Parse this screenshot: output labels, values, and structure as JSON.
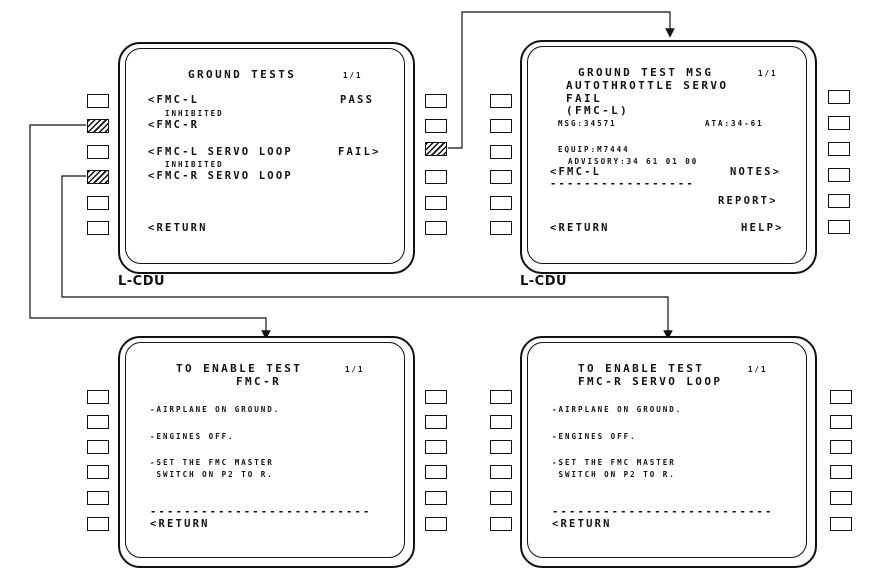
{
  "captions": {
    "left_cdu": "L-CDU",
    "right_cdu": "L-CDU"
  },
  "panel_ground_tests": {
    "title": "GROUND TESTS",
    "page": "1/1",
    "fmc_l": "<FMC-L",
    "pass": "PASS",
    "inhibited_1": "INHIBITED",
    "fmc_r": "<FMC-R",
    "fmc_l_servo": "<FMC-L SERVO LOOP",
    "fail": "FAIL>",
    "inhibited_2": "INHIBITED",
    "fmc_r_servo": "<FMC-R SERVO LOOP",
    "return": "<RETURN"
  },
  "panel_test_msg": {
    "title": "GROUND TEST MSG",
    "page": "1/1",
    "line1": "AUTOTHROTTLE SERVO",
    "line2": "FAIL",
    "line3": "(FMC-L)",
    "msg": "MSG:34571",
    "ata": "ATA:34-61",
    "equip": "EQUIP:M7444",
    "advisory": "ADVISORY:34 61 01 00",
    "fmc_l": "<FMC-L",
    "notes": "NOTES>",
    "dashes": "-----------------",
    "report": "REPORT>",
    "return": "<RETURN",
    "help": "HELP>"
  },
  "panel_enable_fmc_r": {
    "title": "TO ENABLE TEST",
    "page": "1/1",
    "subtitle": "FMC-R",
    "item1": "-AIRPLANE ON GROUND.",
    "item2": "-ENGINES OFF.",
    "item3a": "-SET THE FMC MASTER",
    "item3b": " SWITCH ON P2 TO R.",
    "dashes": "--------------------------",
    "return": "<RETURN"
  },
  "panel_enable_servo": {
    "title": "TO ENABLE TEST",
    "page": "1/1",
    "subtitle": "FMC-R SERVO LOOP",
    "item1": "-AIRPLANE ON GROUND.",
    "item2": "-ENGINES OFF.",
    "item3a": "-SET THE FMC MASTER",
    "item3b": " SWITCH ON P2 TO R.",
    "dashes": "--------------------------",
    "return": "<RETURN"
  }
}
